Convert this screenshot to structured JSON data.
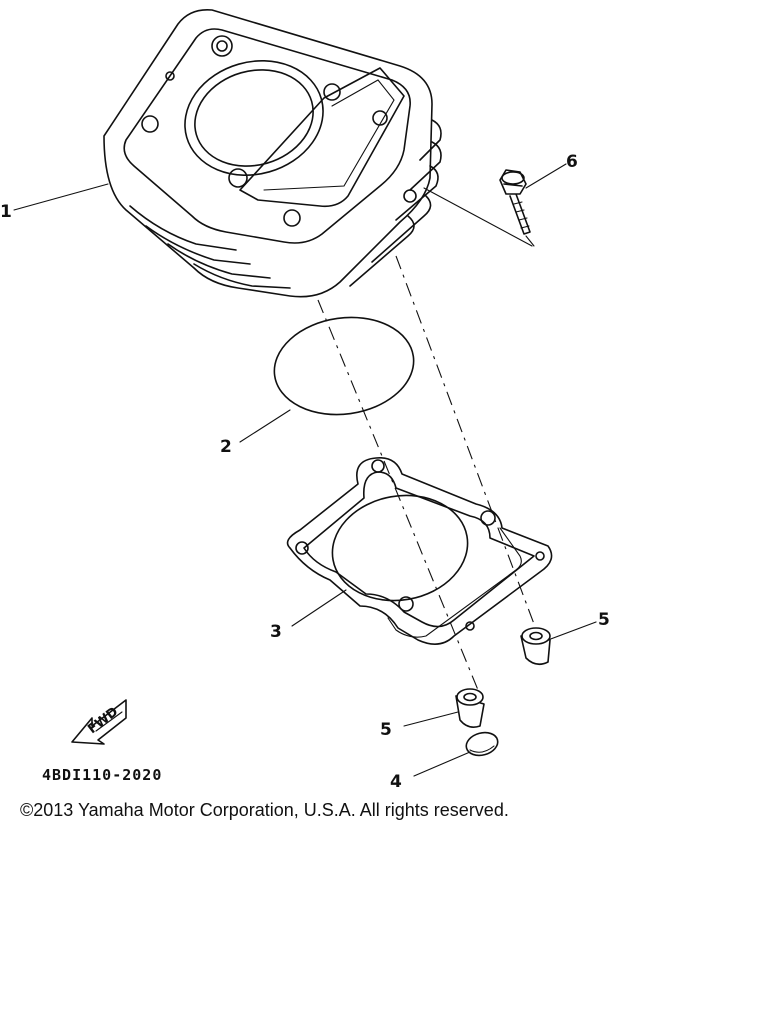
{
  "diagram": {
    "callouts": {
      "c1": "1",
      "c2": "2",
      "c3": "3",
      "c4": "4",
      "c5a": "5",
      "c5b": "5",
      "c6": "6"
    },
    "part_code": "4BDI110-2020",
    "fwd_label": "FWD",
    "copyright": "©2013 Yamaha Motor Corporation, U.S.A. All rights reserved."
  }
}
